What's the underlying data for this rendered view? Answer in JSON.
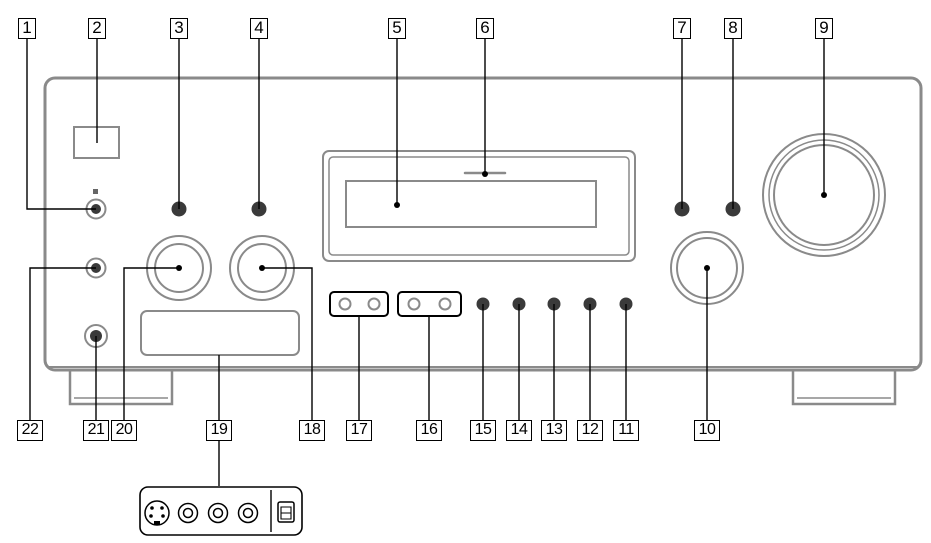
{
  "callouts": {
    "c1": "1",
    "c2": "2",
    "c3": "3",
    "c4": "4",
    "c5": "5",
    "c6": "6",
    "c7": "7",
    "c8": "8",
    "c9": "9",
    "c10": "10",
    "c11": "11",
    "c12": "12",
    "c13": "13",
    "c14": "14",
    "c15": "15",
    "c16": "16",
    "c17": "17",
    "c18": "18",
    "c19": "19",
    "c20": "20",
    "c21": "21",
    "c22": "22"
  },
  "colors": {
    "outline": "#8a8a8a",
    "label_border": "#000000",
    "background": "#ffffff",
    "button_fill": "#3a3a3a"
  }
}
